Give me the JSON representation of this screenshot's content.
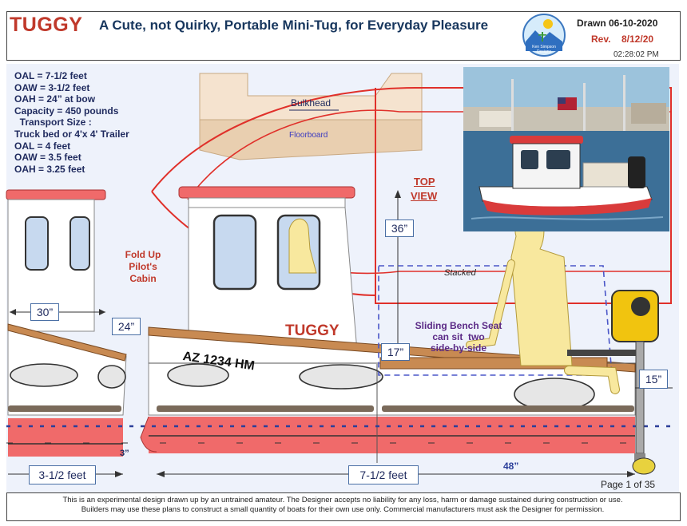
{
  "header": {
    "title": "TUGGY",
    "subtitle": "A Cute, not Quirky, Portable Mini-Tug, for Everyday Pleasure",
    "logo_text_line1": "Ken Simpson",
    "logo_text_line2": "Designs",
    "drawn": "Drawn 06-10-2020",
    "rev_label": "Rev.",
    "rev_date": "8/12/20",
    "time": "02:28:02 PM"
  },
  "specs": [
    "OAL = 7-1/2 feet",
    "OAW = 3-1/2 feet",
    "OAH = 24” at bow",
    "Capacity = 450 pounds",
    "  Transport Size :",
    "Truck bed or 4'x 4' Trailer",
    "OAL = 4 feet",
    "OAW = 3.5 feet",
    "OAH = 3.25 feet"
  ],
  "labels": {
    "bulkhead": "Bulkhead",
    "floorboard": "Floorboard",
    "top_view_line1": "TOP",
    "top_view_line2": "VIEW",
    "fold_up_line1": "Fold Up",
    "fold_up_line2": "Pilot's",
    "fold_up_line3": "Cabin",
    "stacked": "Stacked",
    "boat_name": "TUGGY",
    "registration": "AZ 1234 HM",
    "seat_line1": "Sliding Bench Seat",
    "seat_line2": "can sit  two",
    "seat_line3": "side-by-side"
  },
  "dimensions": {
    "d30": "30”",
    "d24": "24”",
    "d36": "36”",
    "d17": "17”",
    "d15": "15”",
    "d3": "3”",
    "d48": "48”",
    "len_short": "3-1/2 feet",
    "len_long": "7-1/2 feet"
  },
  "page": {
    "label": "Page 1 of  35"
  },
  "footer": {
    "line1": "This is an experimental design drawn up by an untrained amateur. The Designer accepts no liability for any loss, harm or damage sustained during construction or use.",
    "line2": "Builders may use these plans to construct a small quantity of boats for their own use only.  Commercial manufacturers must ask the Designer for permission."
  },
  "colors": {
    "title_red": "#c0392b",
    "navy": "#1f2a5e",
    "hull_red": "#f06a6a",
    "wood": "#c88a52",
    "outline_red": "#e0302a"
  }
}
